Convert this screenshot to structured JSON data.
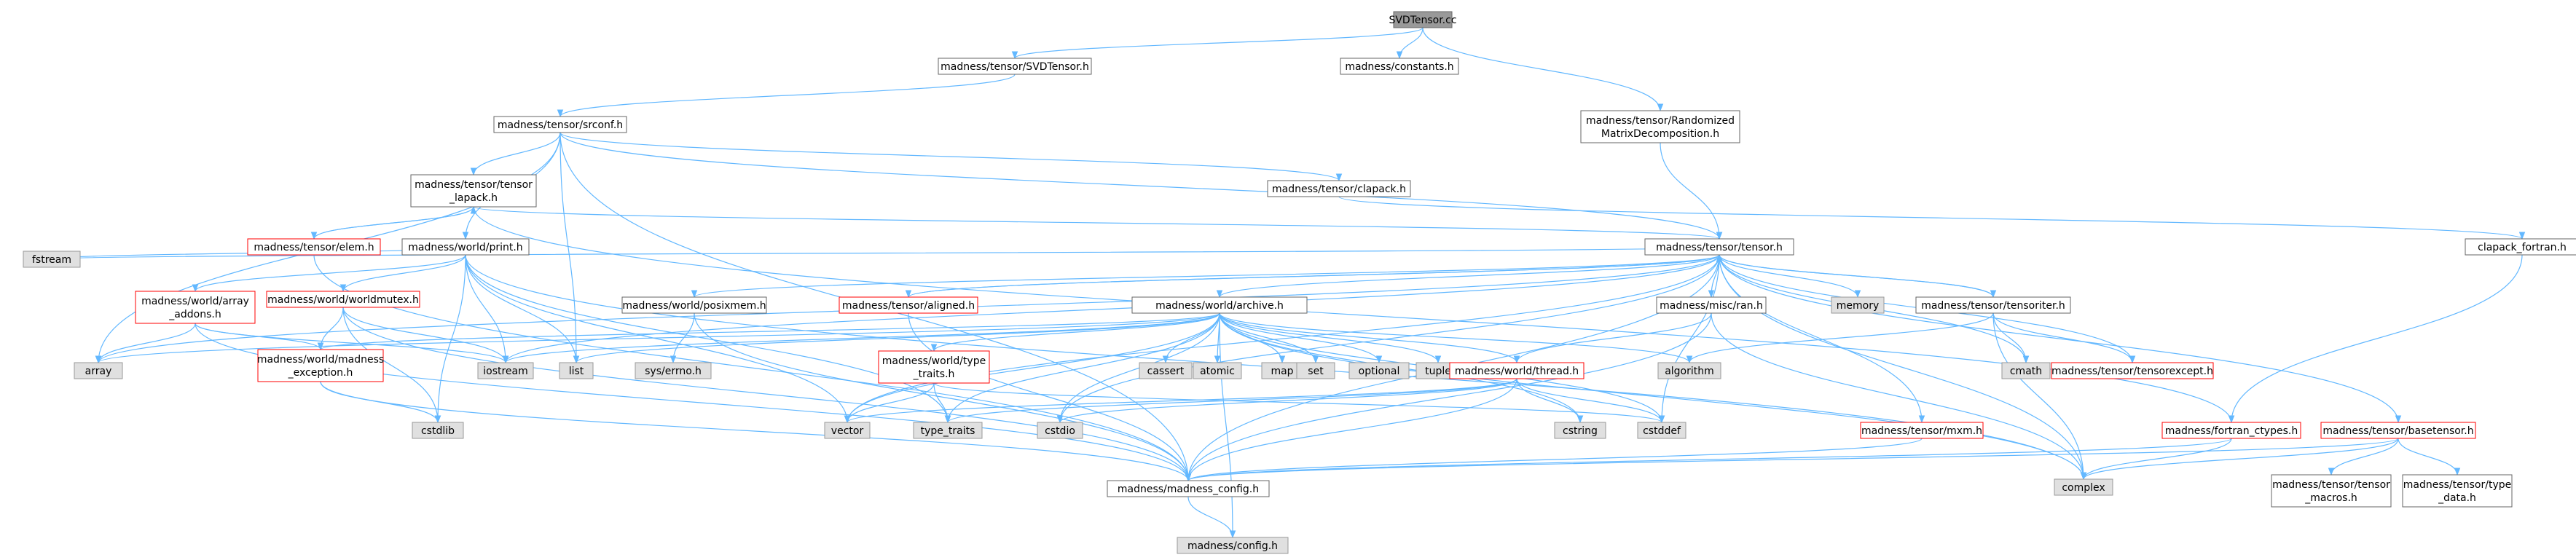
{
  "nodes": [
    {
      "id": "svdtensor_cc",
      "label": [
        "SVDTensor.cc"
      ],
      "style": "root"
    },
    {
      "id": "svdtensor_h",
      "label": [
        "madness/tensor/SVDTensor.h"
      ],
      "style": "normal"
    },
    {
      "id": "constants_h",
      "label": [
        "madness/constants.h"
      ],
      "style": "normal"
    },
    {
      "id": "randomized_h",
      "label": [
        "madness/tensor/Randomized",
        "MatrixDecomposition.h"
      ],
      "style": "normal"
    },
    {
      "id": "srconf_h",
      "label": [
        "madness/tensor/srconf.h"
      ],
      "style": "normal"
    },
    {
      "id": "tensor_lapack_h",
      "label": [
        "madness/tensor/tensor",
        "_lapack.h"
      ],
      "style": "normal"
    },
    {
      "id": "clapack_h",
      "label": [
        "madness/tensor/clapack.h"
      ],
      "style": "normal"
    },
    {
      "id": "elem_h",
      "label": [
        "madness/tensor/elem.h"
      ],
      "style": "red"
    },
    {
      "id": "print_h",
      "label": [
        "madness/world/print.h"
      ],
      "style": "normal"
    },
    {
      "id": "tensor_h",
      "label": [
        "madness/tensor/tensor.h"
      ],
      "style": "normal"
    },
    {
      "id": "clapack_fortran_h",
      "label": [
        "clapack_fortran.h"
      ],
      "style": "normal"
    },
    {
      "id": "fstream",
      "label": [
        "fstream"
      ],
      "style": "gray"
    },
    {
      "id": "array_addons_h",
      "label": [
        "madness/world/array",
        "_addons.h"
      ],
      "style": "red"
    },
    {
      "id": "worldmutex_h",
      "label": [
        "madness/world/worldmutex.h"
      ],
      "style": "red"
    },
    {
      "id": "posixmem_h",
      "label": [
        "madness/world/posixmem.h"
      ],
      "style": "normal"
    },
    {
      "id": "aligned_h",
      "label": [
        "madness/tensor/aligned.h"
      ],
      "style": "red"
    },
    {
      "id": "archive_h",
      "label": [
        "madness/world/archive.h"
      ],
      "style": "normal"
    },
    {
      "id": "ran_h",
      "label": [
        "madness/misc/ran.h"
      ],
      "style": "normal"
    },
    {
      "id": "memory",
      "label": [
        "memory"
      ],
      "style": "gray"
    },
    {
      "id": "tensoriter_h",
      "label": [
        "madness/tensor/tensoriter.h"
      ],
      "style": "normal"
    },
    {
      "id": "array",
      "label": [
        "array"
      ],
      "style": "gray"
    },
    {
      "id": "madness_exception_h",
      "label": [
        "madness/world/madness",
        "_exception.h"
      ],
      "style": "red"
    },
    {
      "id": "iostream",
      "label": [
        "iostream"
      ],
      "style": "gray"
    },
    {
      "id": "list",
      "label": [
        "list"
      ],
      "style": "gray"
    },
    {
      "id": "sys_errno_h",
      "label": [
        "sys/errno.h"
      ],
      "style": "gray"
    },
    {
      "id": "type_traits_h",
      "label": [
        "madness/world/type",
        "_traits.h"
      ],
      "style": "red"
    },
    {
      "id": "cassert",
      "label": [
        "cassert"
      ],
      "style": "gray"
    },
    {
      "id": "atomic",
      "label": [
        "atomic"
      ],
      "style": "gray"
    },
    {
      "id": "map",
      "label": [
        "map"
      ],
      "style": "gray"
    },
    {
      "id": "set",
      "label": [
        "set"
      ],
      "style": "gray"
    },
    {
      "id": "optional",
      "label": [
        "optional"
      ],
      "style": "gray"
    },
    {
      "id": "tuple",
      "label": [
        "tuple"
      ],
      "style": "gray"
    },
    {
      "id": "thread_h",
      "label": [
        "madness/world/thread.h"
      ],
      "style": "red"
    },
    {
      "id": "algorithm",
      "label": [
        "algorithm"
      ],
      "style": "gray"
    },
    {
      "id": "cmath",
      "label": [
        "cmath"
      ],
      "style": "gray"
    },
    {
      "id": "tensorexcept_h",
      "label": [
        "madness/tensor/tensorexcept.h"
      ],
      "style": "red"
    },
    {
      "id": "cstdlib",
      "label": [
        "cstdlib"
      ],
      "style": "gray"
    },
    {
      "id": "vector",
      "label": [
        "vector"
      ],
      "style": "gray"
    },
    {
      "id": "type_traits",
      "label": [
        "type_traits"
      ],
      "style": "gray"
    },
    {
      "id": "cstdio",
      "label": [
        "cstdio"
      ],
      "style": "gray"
    },
    {
      "id": "cstring",
      "label": [
        "cstring"
      ],
      "style": "gray"
    },
    {
      "id": "cstddef",
      "label": [
        "cstddef"
      ],
      "style": "gray"
    },
    {
      "id": "mxm_h",
      "label": [
        "madness/tensor/mxm.h"
      ],
      "style": "red"
    },
    {
      "id": "fortran_ctypes_h",
      "label": [
        "madness/fortran_ctypes.h"
      ],
      "style": "red"
    },
    {
      "id": "basetensor_h",
      "label": [
        "madness/tensor/basetensor.h"
      ],
      "style": "red"
    },
    {
      "id": "complex",
      "label": [
        "complex"
      ],
      "style": "gray"
    },
    {
      "id": "madness_config_h",
      "label": [
        "madness/madness_config.h"
      ],
      "style": "normal"
    },
    {
      "id": "tensor_macros_h",
      "label": [
        "madness/tensor/tensor",
        "_macros.h"
      ],
      "style": "normal"
    },
    {
      "id": "type_data_h",
      "label": [
        "madness/tensor/type",
        "_data.h"
      ],
      "style": "normal"
    },
    {
      "id": "config_h",
      "label": [
        "madness/config.h"
      ],
      "style": "gray"
    }
  ],
  "edges": [
    [
      "svdtensor_cc",
      "svdtensor_h"
    ],
    [
      "svdtensor_cc",
      "constants_h"
    ],
    [
      "svdtensor_cc",
      "randomized_h"
    ],
    [
      "svdtensor_h",
      "srconf_h"
    ],
    [
      "randomized_h",
      "tensor_h"
    ],
    [
      "srconf_h",
      "tensor_lapack_h"
    ],
    [
      "srconf_h",
      "clapack_h"
    ],
    [
      "srconf_h",
      "print_h"
    ],
    [
      "srconf_h",
      "tensor_h"
    ],
    [
      "srconf_h",
      "list"
    ],
    [
      "srconf_h",
      "array"
    ],
    [
      "srconf_h",
      "madness_config_h"
    ],
    [
      "tensor_lapack_h",
      "elem_h"
    ],
    [
      "tensor_lapack_h",
      "tensor_h"
    ],
    [
      "tensor_lapack_h",
      "fortran_ctypes_h"
    ],
    [
      "elem_h",
      "tensor_lapack_h"
    ],
    [
      "elem_h",
      "madness_config_h"
    ],
    [
      "clapack_h",
      "clapack_fortran_h"
    ],
    [
      "clapack_fortran_h",
      "fortran_ctypes_h"
    ],
    [
      "print_h",
      "fstream"
    ],
    [
      "print_h",
      "array_addons_h"
    ],
    [
      "print_h",
      "worldmutex_h"
    ],
    [
      "print_h",
      "iostream"
    ],
    [
      "print_h",
      "list"
    ],
    [
      "print_h",
      "complex"
    ],
    [
      "print_h",
      "type_traits"
    ],
    [
      "print_h",
      "vector"
    ],
    [
      "print_h",
      "cstdlib"
    ],
    [
      "tensor_h",
      "memory"
    ],
    [
      "tensor_h",
      "tensoriter_h"
    ],
    [
      "tensor_h",
      "archive_h"
    ],
    [
      "tensor_h",
      "posixmem_h"
    ],
    [
      "tensor_h",
      "aligned_h"
    ],
    [
      "tensor_h",
      "ran_h"
    ],
    [
      "tensor_h",
      "mxm_h"
    ],
    [
      "tensor_h",
      "basetensor_h"
    ],
    [
      "tensor_h",
      "tensorexcept_h"
    ],
    [
      "tensor_h",
      "cmath"
    ],
    [
      "tensor_h",
      "complex"
    ],
    [
      "tensor_h",
      "cstddef"
    ],
    [
      "tensor_h",
      "vector"
    ],
    [
      "tensor_h",
      "array"
    ],
    [
      "tensor_h",
      "cstdio"
    ],
    [
      "tensor_h",
      "iostream"
    ],
    [
      "tensor_h",
      "fstream"
    ],
    [
      "tensor_h",
      "madness_config_h"
    ],
    [
      "tensoriter_h",
      "tensor_h"
    ],
    [
      "tensoriter_h",
      "algorithm"
    ],
    [
      "tensoriter_h",
      "cmath"
    ],
    [
      "tensoriter_h",
      "tensorexcept_h"
    ],
    [
      "tensoriter_h",
      "complex"
    ],
    [
      "array_addons_h",
      "array"
    ],
    [
      "array_addons_h",
      "iostream"
    ],
    [
      "array_addons_h",
      "madness_exception_h"
    ],
    [
      "array_addons_h",
      "madness_config_h"
    ],
    [
      "worldmutex_h",
      "madness_exception_h"
    ],
    [
      "worldmutex_h",
      "iostream"
    ],
    [
      "worldmutex_h",
      "cstdlib"
    ],
    [
      "worldmutex_h",
      "madness_config_h"
    ],
    [
      "madness_exception_h",
      "cstdlib"
    ],
    [
      "madness_exception_h",
      "madness_config_h"
    ],
    [
      "posixmem_h",
      "sys_errno_h"
    ],
    [
      "posixmem_h",
      "madness_config_h"
    ],
    [
      "aligned_h",
      "tensor_h"
    ],
    [
      "aligned_h",
      "madness_config_h"
    ],
    [
      "archive_h",
      "type_traits_h"
    ],
    [
      "archive_h",
      "madness_exception_h"
    ],
    [
      "archive_h",
      "cassert"
    ],
    [
      "archive_h",
      "atomic"
    ],
    [
      "archive_h",
      "map"
    ],
    [
      "archive_h",
      "set"
    ],
    [
      "archive_h",
      "optional"
    ],
    [
      "archive_h",
      "tuple"
    ],
    [
      "archive_h",
      "vector"
    ],
    [
      "archive_h",
      "type_traits"
    ],
    [
      "archive_h",
      "cstdio"
    ],
    [
      "archive_h",
      "cstring"
    ],
    [
      "archive_h",
      "cstddef"
    ],
    [
      "archive_h",
      "complex"
    ],
    [
      "archive_h",
      "list"
    ],
    [
      "archive_h",
      "array"
    ],
    [
      "archive_h",
      "iostream"
    ],
    [
      "archive_h",
      "thread_h"
    ],
    [
      "archive_h",
      "algorithm"
    ],
    [
      "archive_h",
      "config_h"
    ],
    [
      "type_traits_h",
      "vector"
    ],
    [
      "type_traits_h",
      "type_traits"
    ],
    [
      "type_traits_h",
      "cstddef"
    ],
    [
      "ran_h",
      "thread_h"
    ],
    [
      "ran_h",
      "complex"
    ],
    [
      "ran_h",
      "madness_config_h"
    ],
    [
      "thread_h",
      "vector"
    ],
    [
      "thread_h",
      "cstring"
    ],
    [
      "thread_h",
      "cstddef"
    ],
    [
      "thread_h",
      "cstdio"
    ],
    [
      "thread_h",
      "type_traits"
    ],
    [
      "thread_h",
      "madness_config_h"
    ],
    [
      "mxm_h",
      "madness_config_h"
    ],
    [
      "fortran_ctypes_h",
      "complex"
    ],
    [
      "fortran_ctypes_h",
      "madness_config_h"
    ],
    [
      "basetensor_h",
      "tensor_macros_h"
    ],
    [
      "basetensor_h",
      "type_data_h"
    ],
    [
      "basetensor_h",
      "complex"
    ],
    [
      "basetensor_h",
      "madness_config_h"
    ],
    [
      "madness_config_h",
      "config_h"
    ]
  ],
  "colors": {
    "edge": "#63b8ff",
    "node_border": "#666666",
    "red_border": "#ff0000",
    "gray_fill": "#e0e0e0",
    "root_fill": "#999999",
    "node_fill": "#ffffff"
  }
}
